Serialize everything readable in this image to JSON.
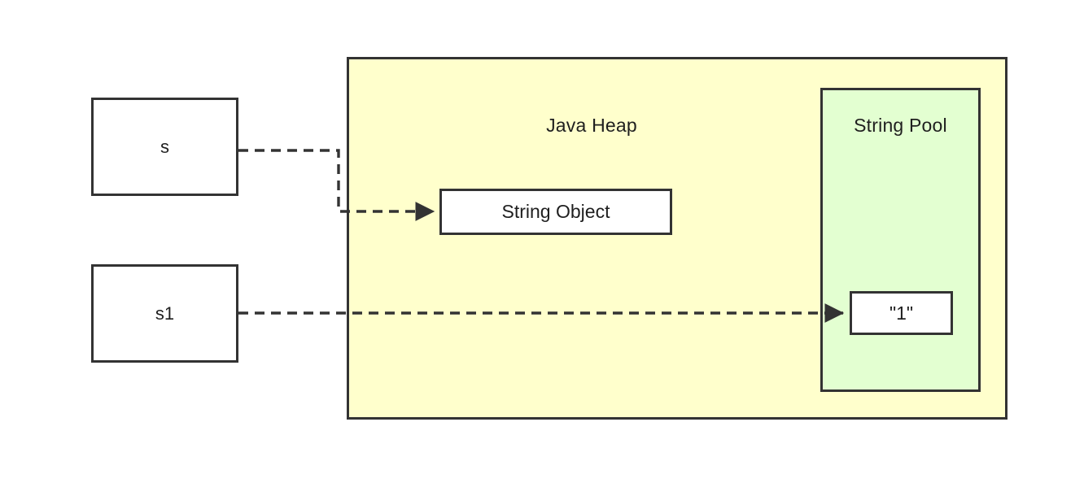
{
  "diagram": {
    "title_present": false,
    "background_color": "#ffffff",
    "stroke_color": "#333333"
  },
  "heap": {
    "label": "Java Heap",
    "fill_color": "#ffffcc",
    "border_color": "#333333"
  },
  "pool": {
    "label": "String Pool",
    "fill_color": "#e3ffd1",
    "border_color": "#333333"
  },
  "variables": [
    {
      "name": "s",
      "label": "s"
    },
    {
      "name": "s1",
      "label": "s1"
    }
  ],
  "objects": {
    "heap_object": {
      "label": "String Object",
      "fill_color": "#ffffff"
    },
    "pool_literal": {
      "label": "\"1\"",
      "fill_color": "#ffffff"
    }
  },
  "connectors": [
    {
      "name": "s-to-string-object",
      "from": "s",
      "to": "String Object",
      "style": "dashed",
      "arrowhead": "filled-triangle",
      "routing": "elbow"
    },
    {
      "name": "s1-to-literal",
      "from": "s1",
      "to": "\"1\"",
      "style": "dashed",
      "arrowhead": "filled-triangle",
      "routing": "straight"
    }
  ]
}
